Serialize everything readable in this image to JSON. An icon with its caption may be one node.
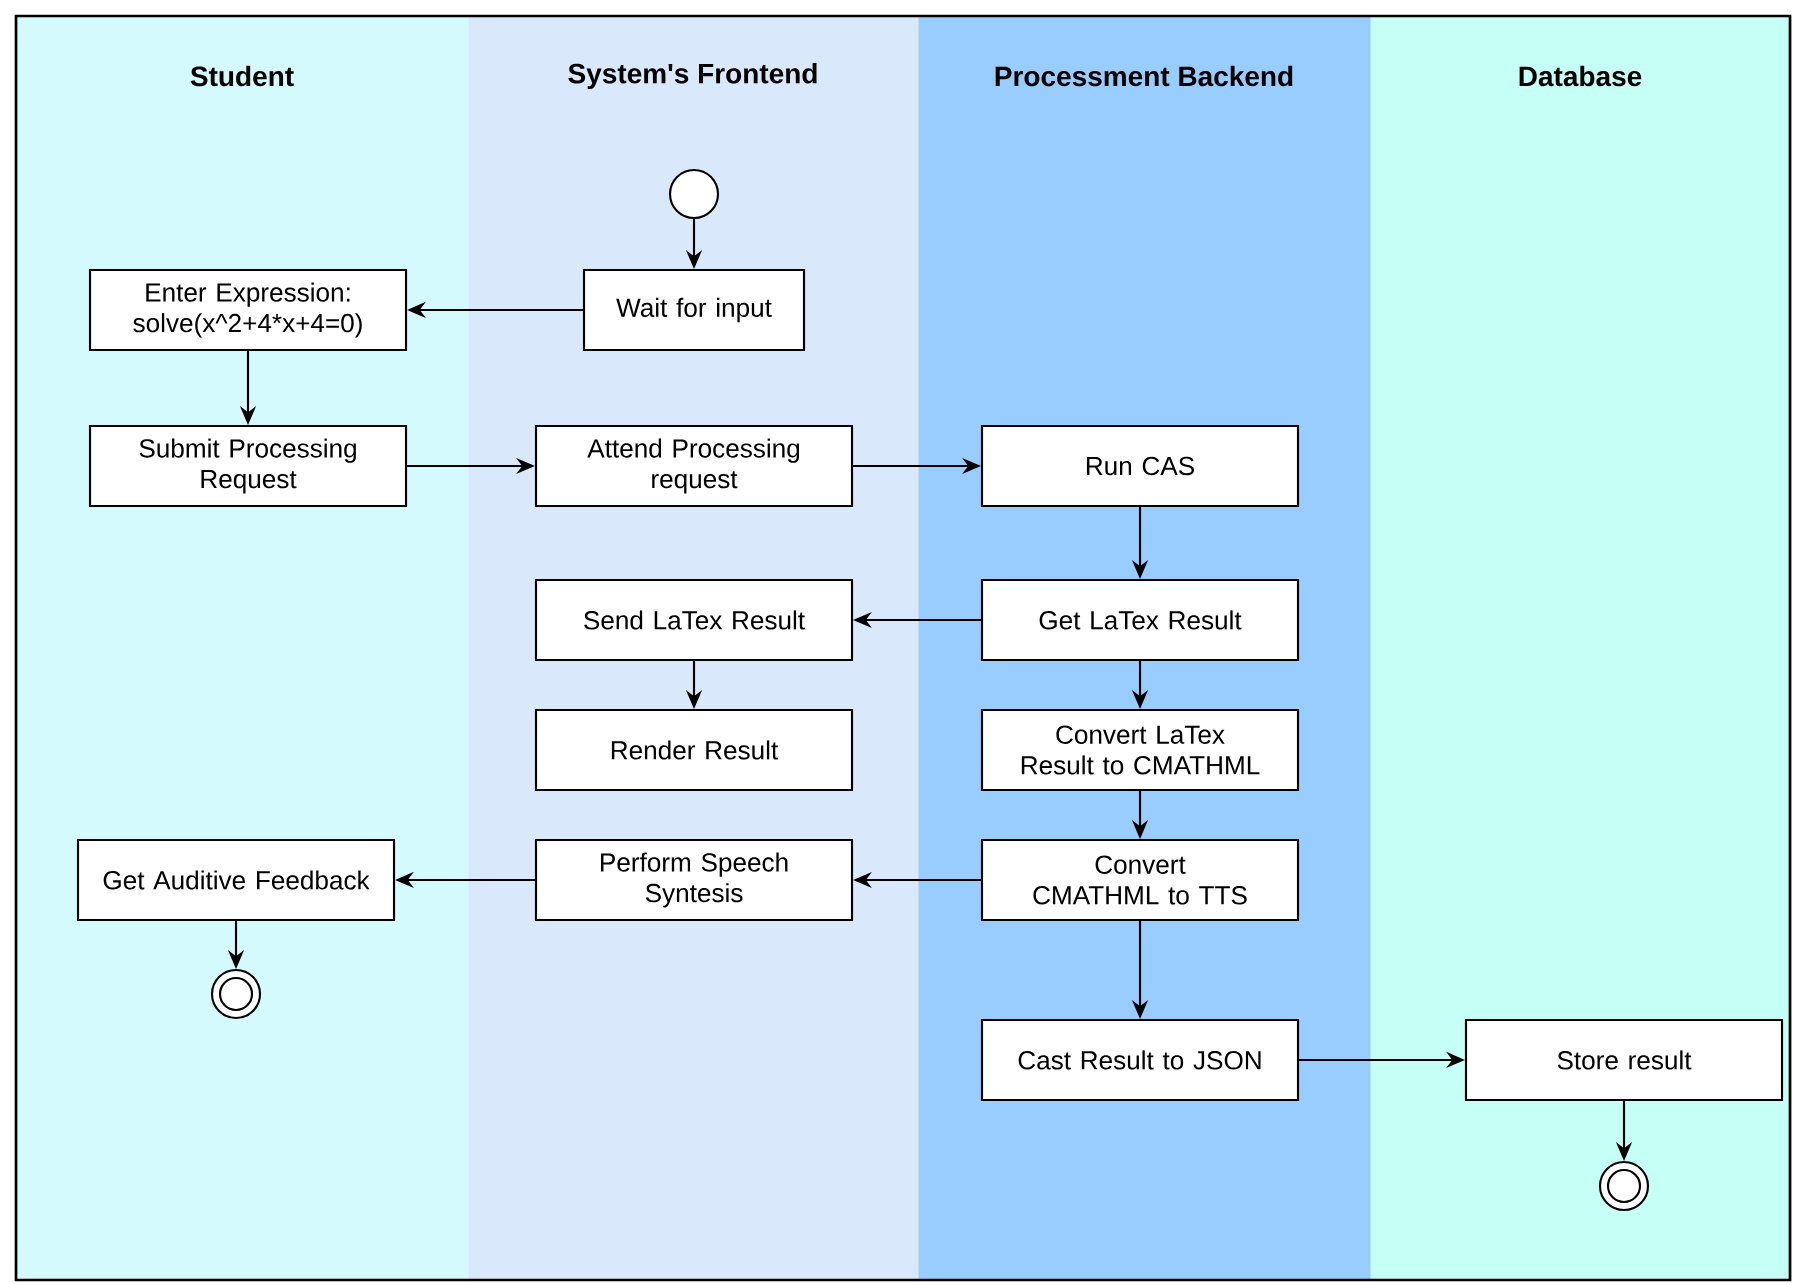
{
  "diagram": {
    "nodes": [
      {
        "text": [
          "Student"
        ]
      },
      {
        "text": [
          "System's Frontend"
        ]
      },
      {
        "text": [
          "Processment Backend"
        ]
      },
      {
        "text": [
          "Database"
        ]
      },
      {
        "text": [],
        "shape": "circle",
        "in": 1
      },
      {
        "text": [
          "Wait for input"
        ],
        "in": 1
      },
      {
        "text": [
          "Enter Expression: solve(x^2+4*x+4=0)"
        ],
        "in": 0
      },
      {
        "text": [
          "Submit Processing Request"
        ],
        "in": 0
      },
      {
        "text": [
          "Attend Processing request"
        ],
        "in": 1
      },
      {
        "text": [
          "Run CAS"
        ],
        "in": 2
      },
      {
        "text": [
          "Get LaTex Result"
        ],
        "in": 2
      },
      {
        "text": [
          "Send LaTex Result"
        ],
        "in": 1
      },
      {
        "text": [
          "Render Result"
        ],
        "in": 1
      },
      {
        "text": [
          "Convert LaTex Result to CMATHML"
        ],
        "in": 2
      },
      {
        "text": [
          "Convert CMATHML to TTS"
        ],
        "in": 2
      },
      {
        "text": [
          "Perform Speech Syntesis"
        ],
        "in": 1
      },
      {
        "text": [
          "Get Auditive Feedback"
        ],
        "in": 0
      },
      {
        "text": [],
        "shape": "bullseye",
        "in": 0
      },
      {
        "text": [
          "Cast Result to JSON"
        ],
        "in": 2
      },
      {
        "text": [
          "Store result"
        ],
        "in": 3
      },
      {
        "text": [],
        "shape": "bullseye",
        "in": 3
      }
    ],
    "edges": [
      {
        "from": 4,
        "to": 5,
        "arrow": "to"
      },
      {
        "from": 5,
        "to": 6,
        "arrow": "to"
      },
      {
        "from": 6,
        "to": 7,
        "arrow": "to"
      },
      {
        "from": 7,
        "to": 8,
        "arrow": "to"
      },
      {
        "from": 8,
        "to": 9,
        "arrow": "to"
      },
      {
        "from": 9,
        "to": 10,
        "arrow": "to"
      },
      {
        "from": 10,
        "to": 11,
        "arrow": "to"
      },
      {
        "from": 11,
        "to": 12,
        "arrow": "to"
      },
      {
        "from": 10,
        "to": 13,
        "arrow": "to"
      },
      {
        "from": 13,
        "to": 14,
        "arrow": "to"
      },
      {
        "from": 14,
        "to": 15,
        "arrow": "to"
      },
      {
        "from": 15,
        "to": 16,
        "arrow": "to"
      },
      {
        "from": 16,
        "to": 17,
        "arrow": "to"
      },
      {
        "from": 14,
        "to": 18,
        "arrow": "to"
      },
      {
        "from": 18,
        "to": 19,
        "arrow": "to"
      },
      {
        "from": 19,
        "to": 20,
        "arrow": "to"
      }
    ]
  }
}
